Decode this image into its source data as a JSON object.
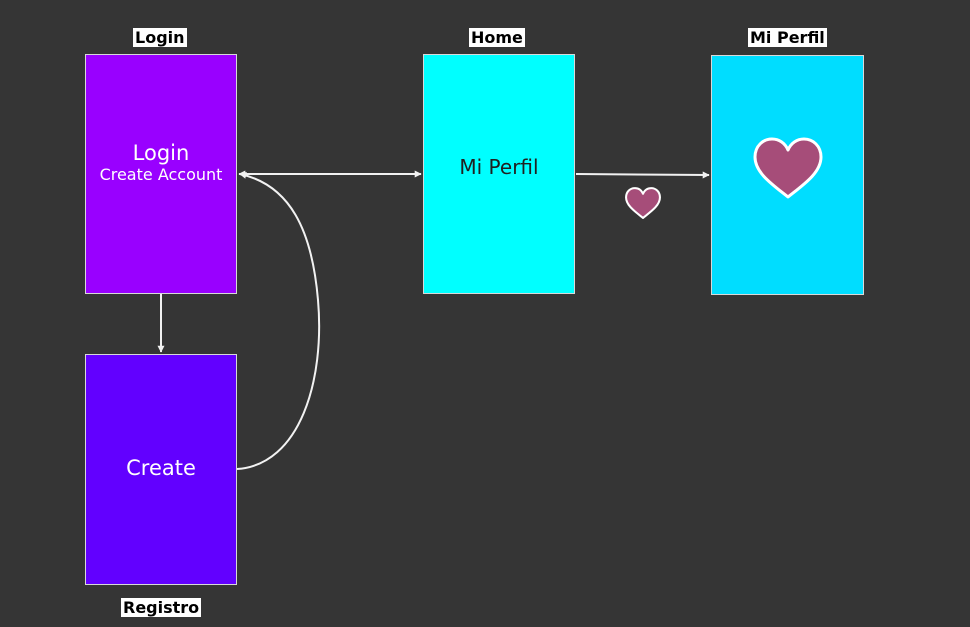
{
  "labels": {
    "login": "Login",
    "home": "Home",
    "mi_perfil": "Mi Perfil",
    "registro": "Registro"
  },
  "boxes": {
    "login": {
      "title": "Login",
      "subtitle": "Create Account"
    },
    "create": {
      "title": "Create"
    },
    "home": {
      "title": "Mi Perfil"
    },
    "mi_perfil": {
      "icon": "heart-icon"
    }
  },
  "colors": {
    "background": "#353535",
    "login_box": "#9900ff",
    "create_box": "#6200ff",
    "home_box": "#00ffff",
    "perfil_box": "#00ddff",
    "heart": "#a64d79",
    "arrows": "#f2f2f2"
  },
  "icons": {
    "transition_icon": "heart-icon"
  }
}
